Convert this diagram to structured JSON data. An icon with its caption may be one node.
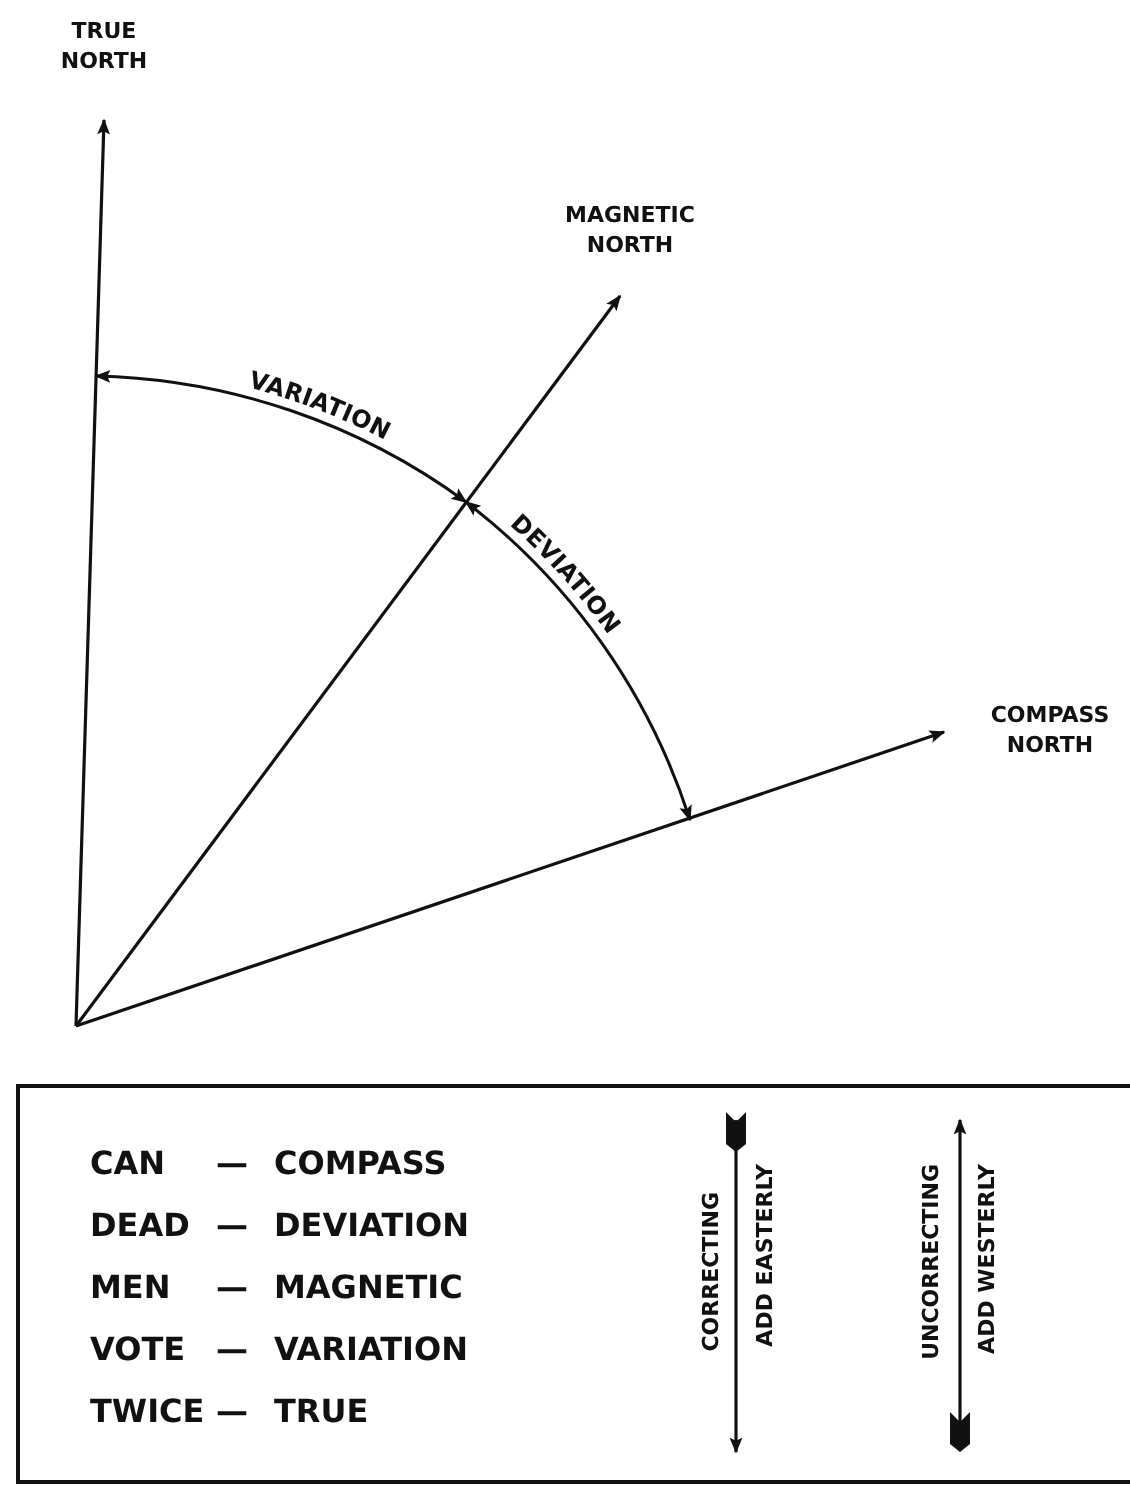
{
  "diagram": {
    "nodes": [
      {
        "text": [
          "TRUE NORTH"
        ]
      },
      {
        "text": [
          "MAGNETIC NORTH"
        ]
      },
      {
        "text": [
          "COMPASS NORTH"
        ]
      }
    ],
    "edges": [
      {
        "from": null,
        "to": 0,
        "arrow": "to"
      },
      {
        "from": null,
        "to": 1,
        "arrow": "to"
      },
      {
        "from": null,
        "to": 2,
        "arrow": "to"
      }
    ],
    "labels": [
      "VARIATION",
      "DEVIATION",
      "CAN",
      "—",
      "COMPASS",
      "DEAD",
      "—",
      "DEVIATION",
      "MEN",
      "—",
      "MAGNETIC",
      "VOTE",
      "—",
      "VARIATION",
      "TWICE",
      "—",
      "TRUE",
      "CORRECTING",
      "ADD EASTERLY",
      "UNCORRECTING",
      "ADD WESTERLY"
    ]
  }
}
